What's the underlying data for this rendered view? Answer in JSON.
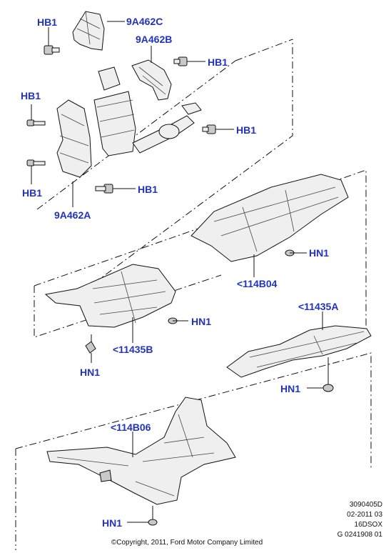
{
  "callouts": {
    "hb1_top": "HB1",
    "part_9a462c": "9A462C",
    "part_9a462b": "9A462B",
    "hb1_right_upper": "HB1",
    "hb1_left_upper": "HB1",
    "hb1_right_mid": "HB1",
    "hb1_left_lower": "HB1",
    "hb1_mid": "HB1",
    "part_9a462a": "9A462A",
    "hn1_114b04": "HN1",
    "part_114b04": "<114B04",
    "part_11435a": "<11435A",
    "hn1_11435b": "HN1",
    "part_11435b": "<11435B",
    "hn1_left": "HN1",
    "hn1_11435a": "HN1",
    "part_114b06": "<114B06",
    "hn1_bottom": "HN1"
  },
  "footer": {
    "ref_line1": "3090405D",
    "ref_line2": "02-2011 03",
    "ref_line3": "16DSOX",
    "ref_line4": "G 0241908 01",
    "copyright": "©Copyright, 2011, Ford Motor Company Limited"
  },
  "colors": {
    "callout": "#2233bb",
    "line": "#111111"
  }
}
